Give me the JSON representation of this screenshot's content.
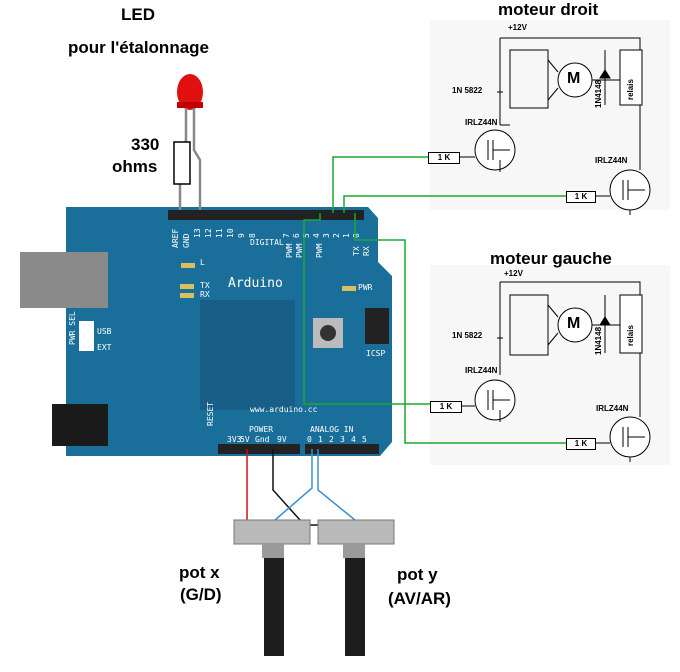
{
  "led": {
    "title": "LED",
    "subtitle": "pour l'étalonnage",
    "resistor": "330",
    "resistor_unit": "ohms"
  },
  "motor_right": {
    "title": "moteur droit",
    "supply": "+12V",
    "diode": "1N 5822",
    "flyback": "1N4148",
    "relay": "relais",
    "motor": "M",
    "mosfet_a": "IRLZ44N",
    "mosfet_b": "IRLZ44N",
    "res_a": "1 K",
    "res_b": "1 K"
  },
  "motor_left": {
    "title": "moteur gauche",
    "supply": "+12V",
    "diode": "1N 5822",
    "flyback": "1N4148",
    "relay": "relais",
    "motor": "M",
    "mosfet_a": "IRLZ44N",
    "mosfet_b": "IRLZ44N",
    "res_a": "1 K",
    "res_b": "1 K"
  },
  "arduino": {
    "brand": "Arduino",
    "url": "www.arduino.cc",
    "digital": "DIGITAL",
    "aref": "AREF",
    "gnd": "GND",
    "digital_pins_a": [
      "13",
      "12",
      "11",
      "10",
      "9",
      "8"
    ],
    "digital_pins_b": [
      "7",
      "6",
      "5",
      "4",
      "3",
      "2",
      "1",
      "0"
    ],
    "pwm": "PWM",
    "tx_pin": "TX",
    "rx_pin": "RX",
    "led_l": "L",
    "led_tx": "TX",
    "led_rx": "RX",
    "pwr": "PWR",
    "icsp": "ICSP",
    "pwr_sel": "PWR SEL",
    "usb": "USB",
    "ext": "EXT",
    "reset": "RESET",
    "v33": "3V3",
    "power": "POWER",
    "v5": "5V",
    "gnd_pin": "Gnd",
    "v9": "9V",
    "analog": "ANALOG  IN",
    "analog_pins": [
      "0",
      "1",
      "2",
      "3",
      "4",
      "5"
    ]
  },
  "pots": {
    "x_label": "pot x",
    "x_sub": "(G/D)",
    "y_label": "pot y",
    "y_sub": "(AV/AR)"
  }
}
